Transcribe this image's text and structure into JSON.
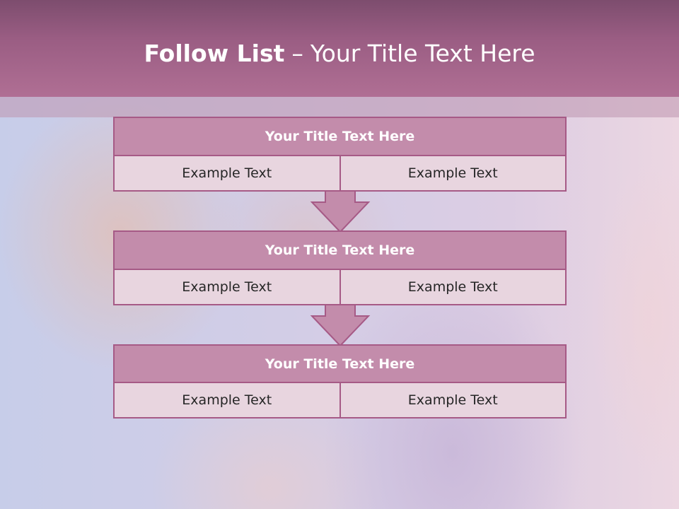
{
  "header": {
    "title_bold": "Follow List",
    "title_dash": "–",
    "title_rest": "Your Title Text Here"
  },
  "steps": [
    {
      "title": "Your Title Text Here",
      "left": "Example Text",
      "right": "Example Text"
    },
    {
      "title": "Your Title Text Here",
      "left": "Example Text",
      "right": "Example Text"
    },
    {
      "title": "Your Title Text Here",
      "left": "Example Text",
      "right": "Example Text"
    }
  ],
  "colors": {
    "header": "#9a5d83",
    "block_title_fill": "#c38cab",
    "cell_fill": "#e8d5df",
    "border": "#a65a86",
    "arrow_fill": "#c38cab"
  }
}
